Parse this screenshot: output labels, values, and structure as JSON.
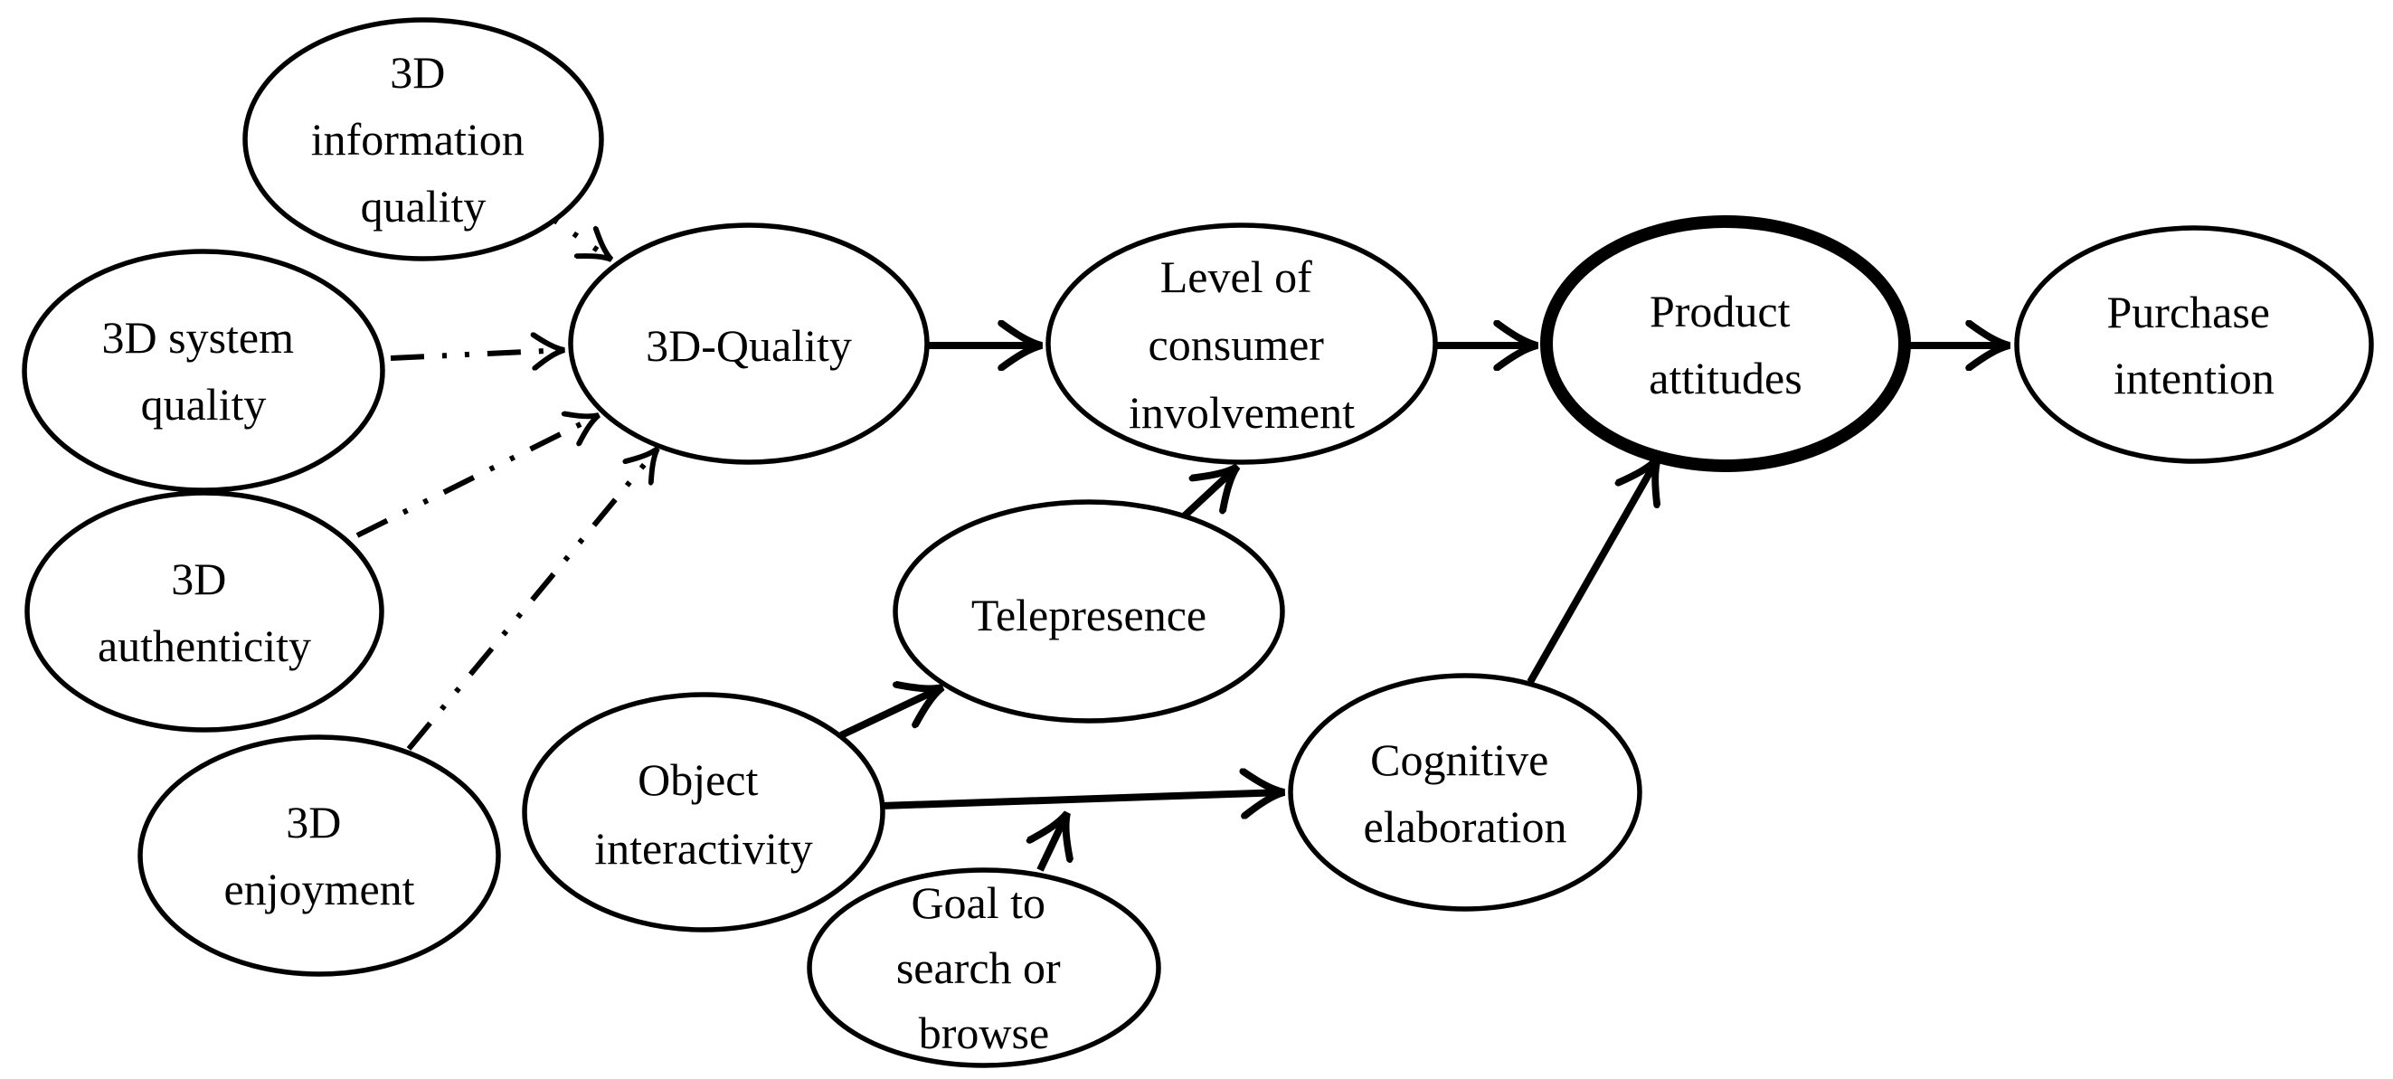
{
  "diagram": {
    "description": "Conceptual research model of 3D e-commerce quality effects on purchase intention",
    "colors": {
      "ink": "#000000",
      "background": "#ffffff"
    },
    "nodes": {
      "info_quality": {
        "label": "3D information quality",
        "lines": [
          "3D",
          "information",
          "quality"
        ],
        "emphasized": false
      },
      "system_quality": {
        "label": "3D system quality",
        "lines": [
          "3D system",
          "quality"
        ],
        "emphasized": false
      },
      "authenticity": {
        "label": "3D authenticity",
        "lines": [
          "3D",
          "authenticity"
        ],
        "emphasized": false
      },
      "enjoyment": {
        "label": "3D enjoyment",
        "lines": [
          "3D",
          "enjoyment"
        ],
        "emphasized": false
      },
      "quality_3d": {
        "label": "3D-Quality",
        "lines": [
          "3D-Quality"
        ],
        "emphasized": false
      },
      "involvement": {
        "label": "Level of consumer involvement",
        "lines": [
          "Level of",
          "consumer",
          "involvement"
        ],
        "emphasized": false
      },
      "telepresence": {
        "label": "Telepresence",
        "lines": [
          "Telepresence"
        ],
        "emphasized": false
      },
      "interactivity": {
        "label": "Object interactivity",
        "lines": [
          "Object",
          "interactivity"
        ],
        "emphasized": false
      },
      "goal": {
        "label": "Goal to search or browse",
        "lines": [
          "Goal to",
          "search or",
          "browse"
        ],
        "emphasized": false
      },
      "cognitive": {
        "label": "Cognitive elaboration",
        "lines": [
          "Cognitive",
          "elaboration"
        ],
        "emphasized": false
      },
      "attitudes": {
        "label": "Product attitudes",
        "lines": [
          "Product",
          "attitudes"
        ],
        "emphasized": true
      },
      "purchase": {
        "label": "Purchase intention",
        "lines": [
          "Purchase",
          "intention"
        ],
        "emphasized": false
      }
    },
    "edges": [
      {
        "from": "3D information quality",
        "to": "3D-Quality",
        "style": "dotted"
      },
      {
        "from": "3D system quality",
        "to": "3D-Quality",
        "style": "dash-dot-dot"
      },
      {
        "from": "3D authenticity",
        "to": "3D-Quality",
        "style": "dash-dot-dot"
      },
      {
        "from": "3D enjoyment",
        "to": "3D-Quality",
        "style": "dash-dot-dot"
      },
      {
        "from": "3D-Quality",
        "to": "Level of consumer involvement",
        "style": "solid"
      },
      {
        "from": "Telepresence",
        "to": "Level of consumer involvement",
        "style": "solid"
      },
      {
        "from": "Object interactivity",
        "to": "Telepresence",
        "style": "solid"
      },
      {
        "from": "Object interactivity",
        "to": "Cognitive elaboration",
        "style": "solid"
      },
      {
        "from": "Goal to search or browse",
        "to": "Object interactivity to Cognitive elaboration link (moderating arrow)",
        "style": "solid"
      },
      {
        "from": "Level of consumer involvement",
        "to": "Product attitudes",
        "style": "solid"
      },
      {
        "from": "Cognitive elaboration",
        "to": "Product attitudes",
        "style": "solid"
      },
      {
        "from": "Product attitudes",
        "to": "Purchase intention",
        "style": "solid"
      }
    ]
  }
}
